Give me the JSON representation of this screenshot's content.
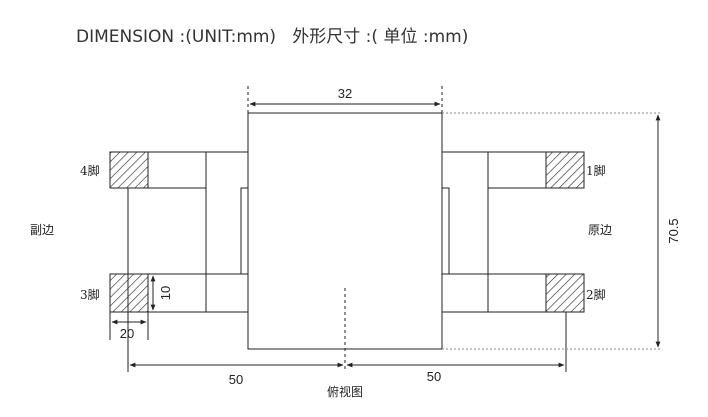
{
  "header": {
    "title": "DIMENSION :(UNIT:mm)   外形尺寸 :( 单位 :mm)"
  },
  "pins": {
    "pin1": "1脚",
    "pin2": "2脚",
    "pin3": "3脚",
    "pin4": "4脚"
  },
  "sides": {
    "secondary": "副边",
    "primary": "原边"
  },
  "dimensions": {
    "top_width": "32",
    "height": "70.5",
    "pin_height": "10",
    "pin_width": "20",
    "left_span": "50",
    "right_span": "50"
  },
  "view_label": "俯视图",
  "colors": {
    "line": "#222222",
    "dotted": "#888888",
    "text": "#333333"
  }
}
